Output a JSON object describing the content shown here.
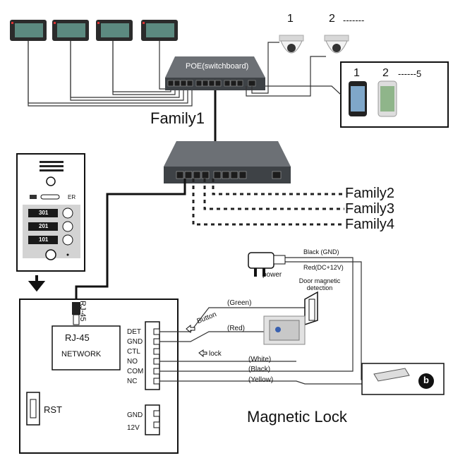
{
  "poe_label": "POE(switchboard)",
  "family1": "Family1",
  "families": [
    "Family2",
    "Family3",
    "Family4"
  ],
  "camera_numbers": [
    "1",
    "2",
    "-------"
  ],
  "phone_numbers": [
    "1",
    "2",
    "------5"
  ],
  "outdoor_panel": {
    "buttons": [
      "301",
      "201",
      "101"
    ],
    "card_icon_text": "ER"
  },
  "controller": {
    "rj45_title": "RJ-45",
    "rj45_sub": "NETWORK",
    "rj45_arrow": "RJ-45",
    "rst": "RST",
    "terminals": [
      "DET",
      "GND",
      "CTL",
      "NO",
      "COM",
      "NC"
    ],
    "power_terminals": [
      "GND",
      "12V"
    ]
  },
  "wiring": {
    "green": "(Green)",
    "red": "(Red)",
    "white": "(White)",
    "black": "(Black)",
    "yellow": "(Yellow)",
    "button": "Button",
    "lock": "lock",
    "black_gnd": "Black (GND)",
    "red_dc": "Red(DC+12V)",
    "power": "power",
    "door_detection": "Door magnetic detection"
  },
  "magnetic_lock": "Magnetic Lock",
  "lock_badge": "b"
}
